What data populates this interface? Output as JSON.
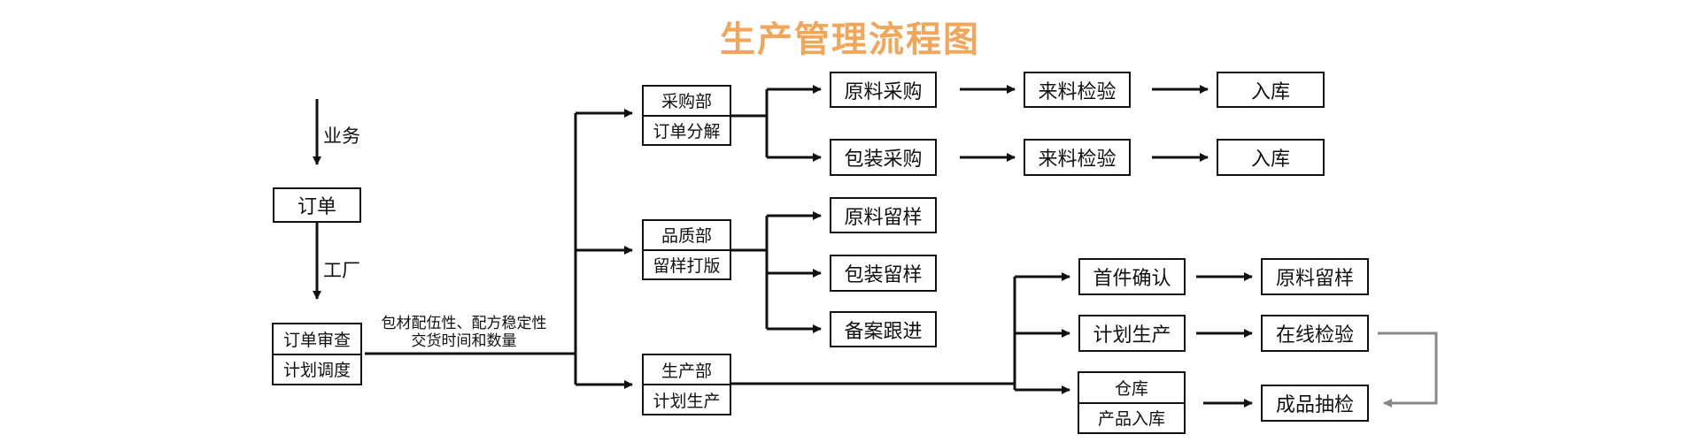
{
  "title": "生产管理流程图",
  "left": {
    "label_business": "业务",
    "box_order": "订单",
    "label_factory": "工厂",
    "review_top": "订单审查",
    "review_bottom": "计划调度",
    "note_line1": "包材配伍性、配方稳定性",
    "note_line2": "交货时间和数量"
  },
  "departments": {
    "purchase": {
      "top": "采购部",
      "bottom": "订单分解"
    },
    "quality": {
      "top": "品质部",
      "bottom": "留样打版"
    },
    "production": {
      "top": "生产部",
      "bottom": "计划生产"
    }
  },
  "purchase_flow": {
    "row1": [
      "原料采购",
      "来料检验",
      "入库"
    ],
    "row2": [
      "包装采购",
      "来料检验",
      "入库"
    ]
  },
  "quality_flow": [
    "原料留样",
    "包装留样",
    "备案跟进"
  ],
  "production_flow": {
    "row1": [
      "首件确认",
      "原料留样"
    ],
    "row2": [
      "计划生产",
      "在线检验"
    ],
    "warehouse": {
      "top": "仓库",
      "bottom": "产品入库"
    },
    "final": "成品抽检"
  },
  "colors": {
    "title": "#F2A65A",
    "line": "#111111",
    "feedback": "#888888"
  }
}
